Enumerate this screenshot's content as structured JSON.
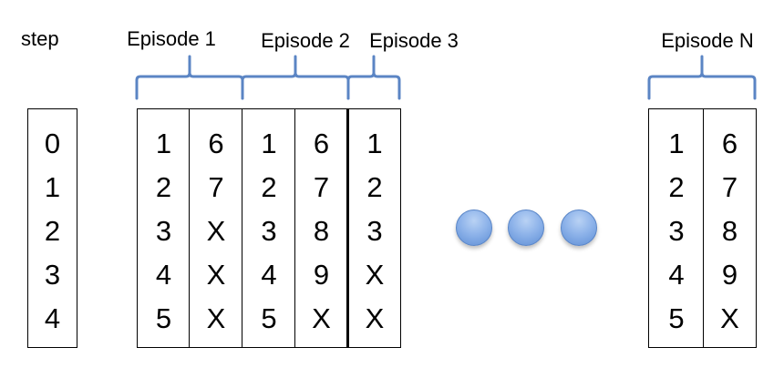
{
  "step": {
    "label": "step",
    "values": [
      "0",
      "1",
      "2",
      "3",
      "4"
    ]
  },
  "episodes": [
    {
      "label": "Episode 1",
      "col1": [
        "1",
        "2",
        "3",
        "4",
        "5"
      ],
      "col2": [
        "6",
        "7",
        "X",
        "X",
        "X"
      ]
    },
    {
      "label": "Episode 2",
      "col1": [
        "1",
        "2",
        "3",
        "4",
        "5"
      ],
      "col2": [
        "6",
        "7",
        "8",
        "9",
        "X"
      ]
    },
    {
      "label": "Episode 3",
      "col1": [
        "1",
        "2",
        "3",
        "X",
        "X"
      ]
    },
    {
      "label": "Episode N",
      "col1": [
        "1",
        "2",
        "3",
        "4",
        "5"
      ],
      "col2": [
        "6",
        "7",
        "8",
        "9",
        "X"
      ]
    }
  ],
  "ellipsis_dot_color": "#7fa7e3",
  "brace_color": "#5b85c4"
}
